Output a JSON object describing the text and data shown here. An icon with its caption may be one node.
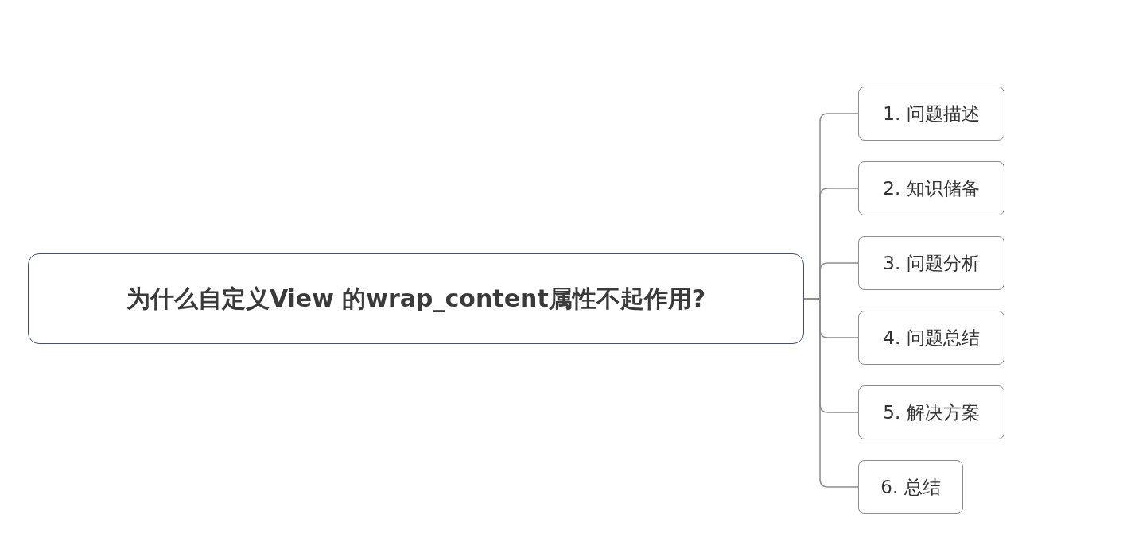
{
  "diagram": {
    "nodes": [
      {
        "text": [
          "为什么自定义View 的wrap_content属性不起作用?"
        ]
      },
      {
        "text": [
          "1. 问题描述"
        ]
      },
      {
        "text": [
          "2. 知识储备"
        ]
      },
      {
        "text": [
          "3. 问题分析"
        ]
      },
      {
        "text": [
          "4. 问题总结"
        ]
      },
      {
        "text": [
          "5. 解决方案"
        ]
      },
      {
        "text": [
          "6. 总结"
        ]
      }
    ],
    "edges": [
      {
        "from": 0,
        "to": 1,
        "arrow": "none"
      },
      {
        "from": 0,
        "to": 2,
        "arrow": "none"
      },
      {
        "from": 0,
        "to": 3,
        "arrow": "none"
      },
      {
        "from": 0,
        "to": 4,
        "arrow": "none"
      },
      {
        "from": 0,
        "to": 5,
        "arrow": "none"
      },
      {
        "from": 0,
        "to": 6,
        "arrow": "none"
      }
    ]
  }
}
